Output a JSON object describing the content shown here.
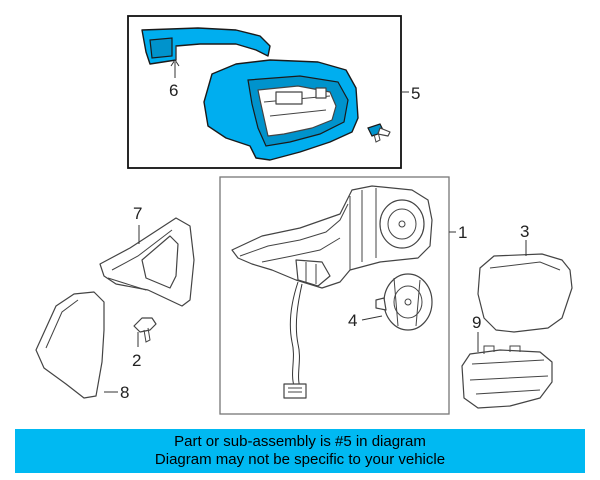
{
  "callouts": {
    "c1": "1",
    "c2": "2",
    "c3": "3",
    "c4": "4",
    "c5": "5",
    "c6": "6",
    "c7": "7",
    "c8": "8",
    "c9": "9"
  },
  "banner": {
    "line1": "Part or sub-assembly is #5 in diagram",
    "line2": "Diagram may not be specific to your vehicle"
  },
  "colors": {
    "highlight": "#00aeef",
    "banner": "#00b9f2"
  }
}
